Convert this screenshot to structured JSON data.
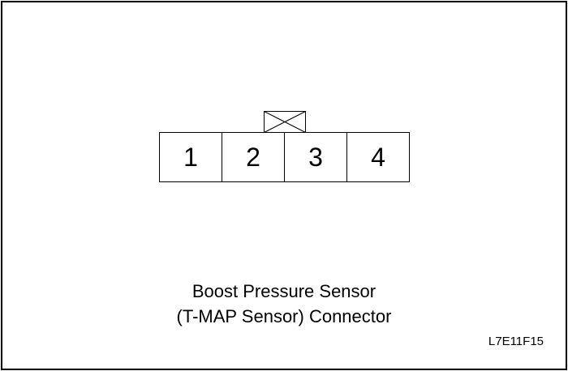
{
  "connector": {
    "pins": [
      "1",
      "2",
      "3",
      "4"
    ],
    "latch_icon": "x-box-latch-icon"
  },
  "caption": {
    "line1": "Boost Pressure Sensor",
    "line2": "(T-MAP Sensor) Connector"
  },
  "figure_id": "L7E11F15",
  "colors": {
    "line": "#000000",
    "background": "#ffffff"
  }
}
